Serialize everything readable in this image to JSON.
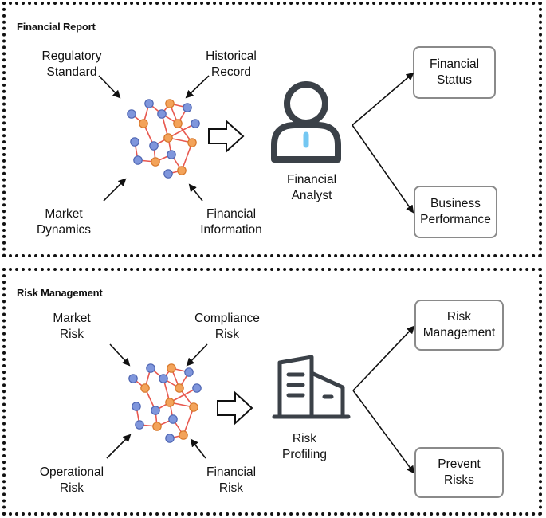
{
  "sections": [
    {
      "title": "Financial Report",
      "inputs": {
        "top_left": "Regulatory\nStandard",
        "top_right": "Historical\nRecord",
        "bottom_left": "Market\nDynamics",
        "bottom_right": "Financial\nInformation"
      },
      "center": {
        "icon": "person-icon",
        "label": "Financial\nAnalyst"
      },
      "outputs": [
        "Financial\nStatus",
        "Business\nPerformance"
      ]
    },
    {
      "title": "Risk Management",
      "inputs": {
        "top_left": "Market\nRisk",
        "top_right": "Compliance\nRisk",
        "bottom_left": "Operational\nRisk",
        "bottom_right": "Financial\nRisk"
      },
      "center": {
        "icon": "building-icon",
        "label": "Risk\nProfiling"
      },
      "outputs": [
        "Risk\nManagement",
        "Prevent\nRisks"
      ]
    }
  ],
  "colors": {
    "node_blue": "#7f96dc",
    "node_blue_stroke": "#4f66b3",
    "node_orange": "#f3a35a",
    "node_orange_stroke": "#d7782b",
    "edge": "#e8584f",
    "icon_dark": "#3b4148",
    "accent_blue": "#74c7f2"
  }
}
